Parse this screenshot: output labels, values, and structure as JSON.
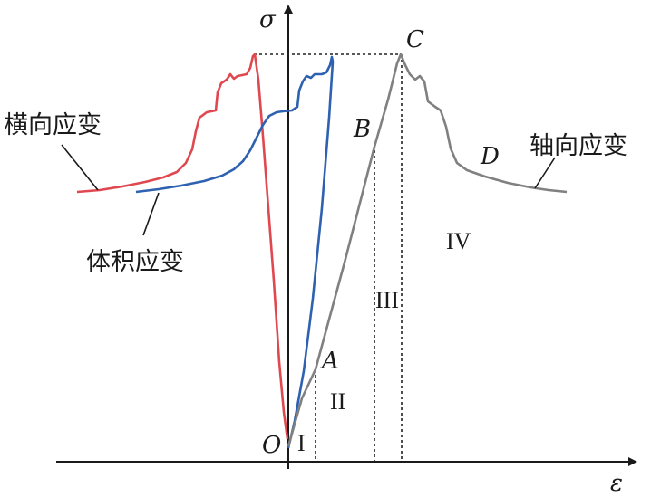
{
  "axes": {
    "y_label": "σ",
    "x_label": "ε"
  },
  "points": {
    "O": "O",
    "A": "A",
    "B": "B",
    "C": "C",
    "D": "D"
  },
  "stages": {
    "I": "I",
    "II": "II",
    "III": "III",
    "IV": "IV"
  },
  "curves": {
    "lateral": {
      "label": "横向应变",
      "color": "#e04850"
    },
    "volumetric": {
      "label": "体积应变",
      "color": "#2e62b0"
    },
    "axial": {
      "label": "轴向应变",
      "color": "#808080"
    }
  }
}
